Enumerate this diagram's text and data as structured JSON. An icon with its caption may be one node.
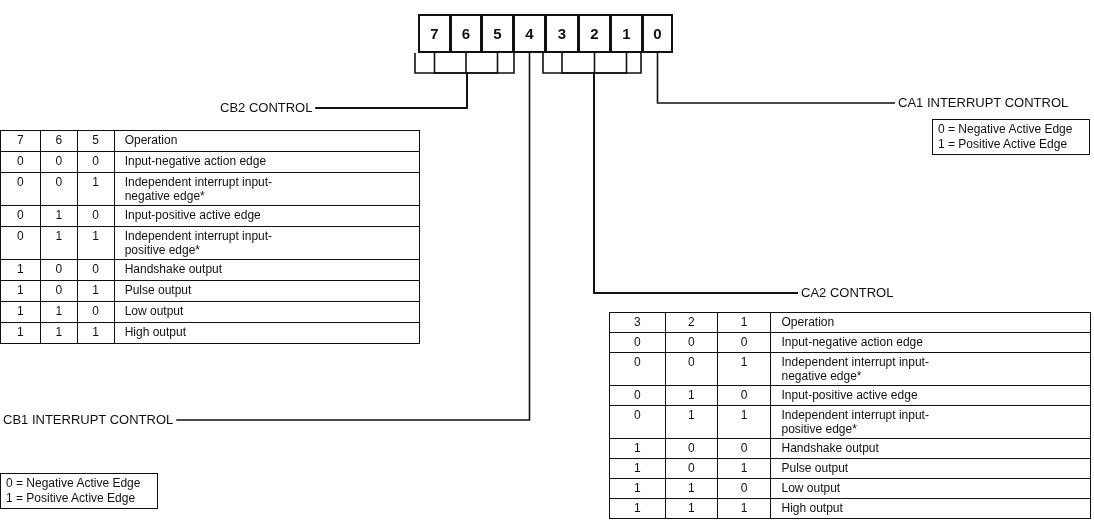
{
  "diagram": {
    "nodes": [
      {
        "text": [
          "7"
        ]
      },
      {
        "text": [
          "6"
        ]
      },
      {
        "text": [
          "5"
        ]
      },
      {
        "text": [
          "4"
        ]
      },
      {
        "text": [
          "3"
        ]
      },
      {
        "text": [
          "2"
        ]
      },
      {
        "text": [
          "1"
        ]
      },
      {
        "text": [
          "0"
        ]
      },
      {
        "text": [
          "CB2 CONTROL"
        ]
      },
      {
        "text": [
          "CA1 INTERRUPT CONTROL"
        ]
      },
      {
        "text": [
          "0 = Negative Active Edge",
          "1 = Positive Active Edge"
        ]
      },
      {
        "text": [
          "CA2 CONTROL"
        ]
      },
      {
        "text": [
          "CB1 INTERRUPT CONTROL"
        ]
      },
      {
        "text": [
          "0 = Negative Active Edge",
          "1 = Positive Active Edge"
        ]
      }
    ],
    "edges": [
      {
        "from": 0,
        "to": 8,
        "arrow": "none"
      },
      {
        "from": 1,
        "to": 8,
        "arrow": "none"
      },
      {
        "from": 2,
        "to": 8,
        "arrow": "none"
      },
      {
        "from": 3,
        "to": 12,
        "arrow": "none"
      },
      {
        "from": 4,
        "to": 11,
        "arrow": "none"
      },
      {
        "from": 5,
        "to": 11,
        "arrow": "none"
      },
      {
        "from": 6,
        "to": 11,
        "arrow": "none"
      },
      {
        "from": 7,
        "to": 9,
        "arrow": "none"
      }
    ],
    "labels": [
      "7",
      "6",
      "5",
      "Operation",
      "0",
      "0",
      "0",
      "Input-negative action edge",
      "0",
      "0",
      "1",
      "Independent interrupt input-negative edge*",
      "0",
      "1",
      "0",
      "Input-positive active edge",
      "0",
      "1",
      "1",
      "Independent interrupt input-positive edge*",
      "1",
      "0",
      "0",
      "Handshake output",
      "1",
      "0",
      "1",
      "Pulse output",
      "1",
      "1",
      "0",
      "Low output",
      "1",
      "1",
      "1",
      "High output",
      "3",
      "2",
      "1",
      "Operation",
      "0",
      "0",
      "0",
      "Input-negative action edge",
      "0",
      "0",
      "1",
      "Independent interrupt input-negative edge*",
      "0",
      "1",
      "0",
      "Input-positive active edge",
      "0",
      "1",
      "1",
      "Independent interrupt input-positive edge*",
      "1",
      "0",
      "0",
      "Handshake output",
      "1",
      "0",
      "1",
      "Pulse output",
      "1",
      "1",
      "0",
      "Low output",
      "1",
      "1",
      "1",
      "High output"
    ]
  }
}
